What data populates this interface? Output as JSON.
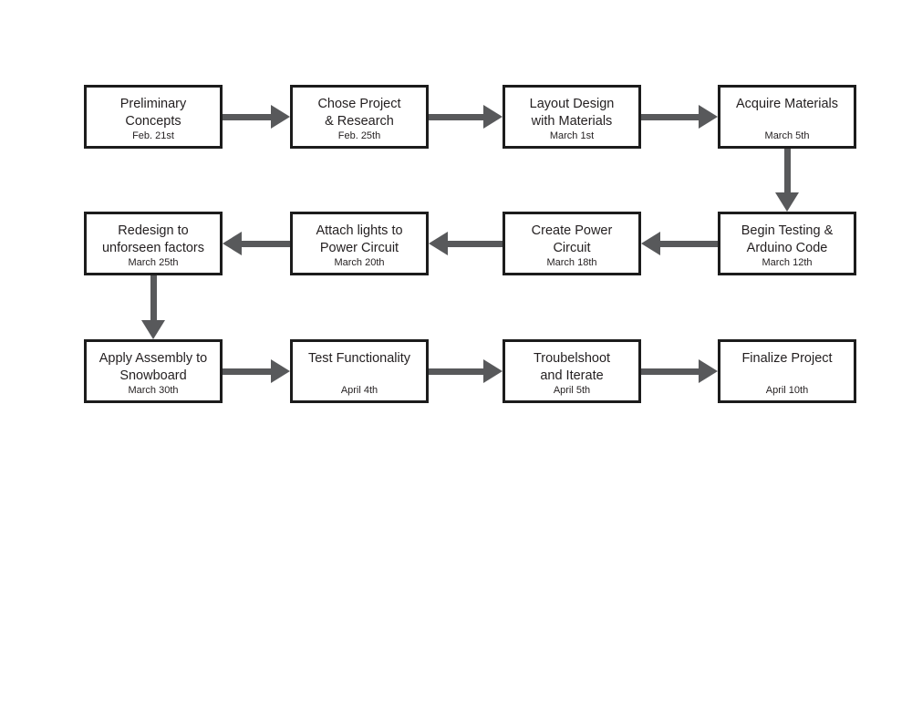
{
  "page": {
    "background_color": "#ffffff"
  },
  "colors": {
    "arrow": "#58595b",
    "node_border": "#1c1c1c",
    "node_fill": "#ffffff",
    "text": "#231f20"
  },
  "flowchart": {
    "type": "process-timeline",
    "nodes": [
      {
        "title_lines": [
          "Preliminary",
          "Concepts"
        ],
        "date": "Feb. 21st"
      },
      {
        "title_lines": [
          "Chose Project",
          "& Research"
        ],
        "date": "Feb. 25th"
      },
      {
        "title_lines": [
          "Layout Design",
          "with Materials"
        ],
        "date": "March 1st"
      },
      {
        "title_lines": [
          "Acquire Materials"
        ],
        "date": "March 5th"
      },
      {
        "title_lines": [
          "Begin Testing &",
          "Arduino Code"
        ],
        "date": "March 12th"
      },
      {
        "title_lines": [
          "Create Power",
          "Circuit"
        ],
        "date": "March 18th"
      },
      {
        "title_lines": [
          "Attach lights to",
          "Power Circuit"
        ],
        "date": "March 20th"
      },
      {
        "title_lines": [
          "Redesign to",
          "unforseen factors"
        ],
        "date": "March 25th"
      },
      {
        "title_lines": [
          "Apply Assembly to",
          "Snowboard"
        ],
        "date": "March 30th"
      },
      {
        "title_lines": [
          "Test Functionality"
        ],
        "date": "April 4th"
      },
      {
        "title_lines": [
          "Troubelshoot",
          "and Iterate"
        ],
        "date": "April 5th"
      },
      {
        "title_lines": [
          "Finalize Project"
        ],
        "date": "April 10th"
      }
    ],
    "connections": [
      {
        "from": 0,
        "to": 1,
        "direction": "right"
      },
      {
        "from": 1,
        "to": 2,
        "direction": "right"
      },
      {
        "from": 2,
        "to": 3,
        "direction": "right"
      },
      {
        "from": 3,
        "to": 4,
        "direction": "down"
      },
      {
        "from": 4,
        "to": 5,
        "direction": "left"
      },
      {
        "from": 5,
        "to": 6,
        "direction": "left"
      },
      {
        "from": 6,
        "to": 7,
        "direction": "left"
      },
      {
        "from": 7,
        "to": 8,
        "direction": "down"
      },
      {
        "from": 8,
        "to": 9,
        "direction": "right"
      },
      {
        "from": 9,
        "to": 10,
        "direction": "right"
      },
      {
        "from": 10,
        "to": 11,
        "direction": "right"
      }
    ]
  }
}
